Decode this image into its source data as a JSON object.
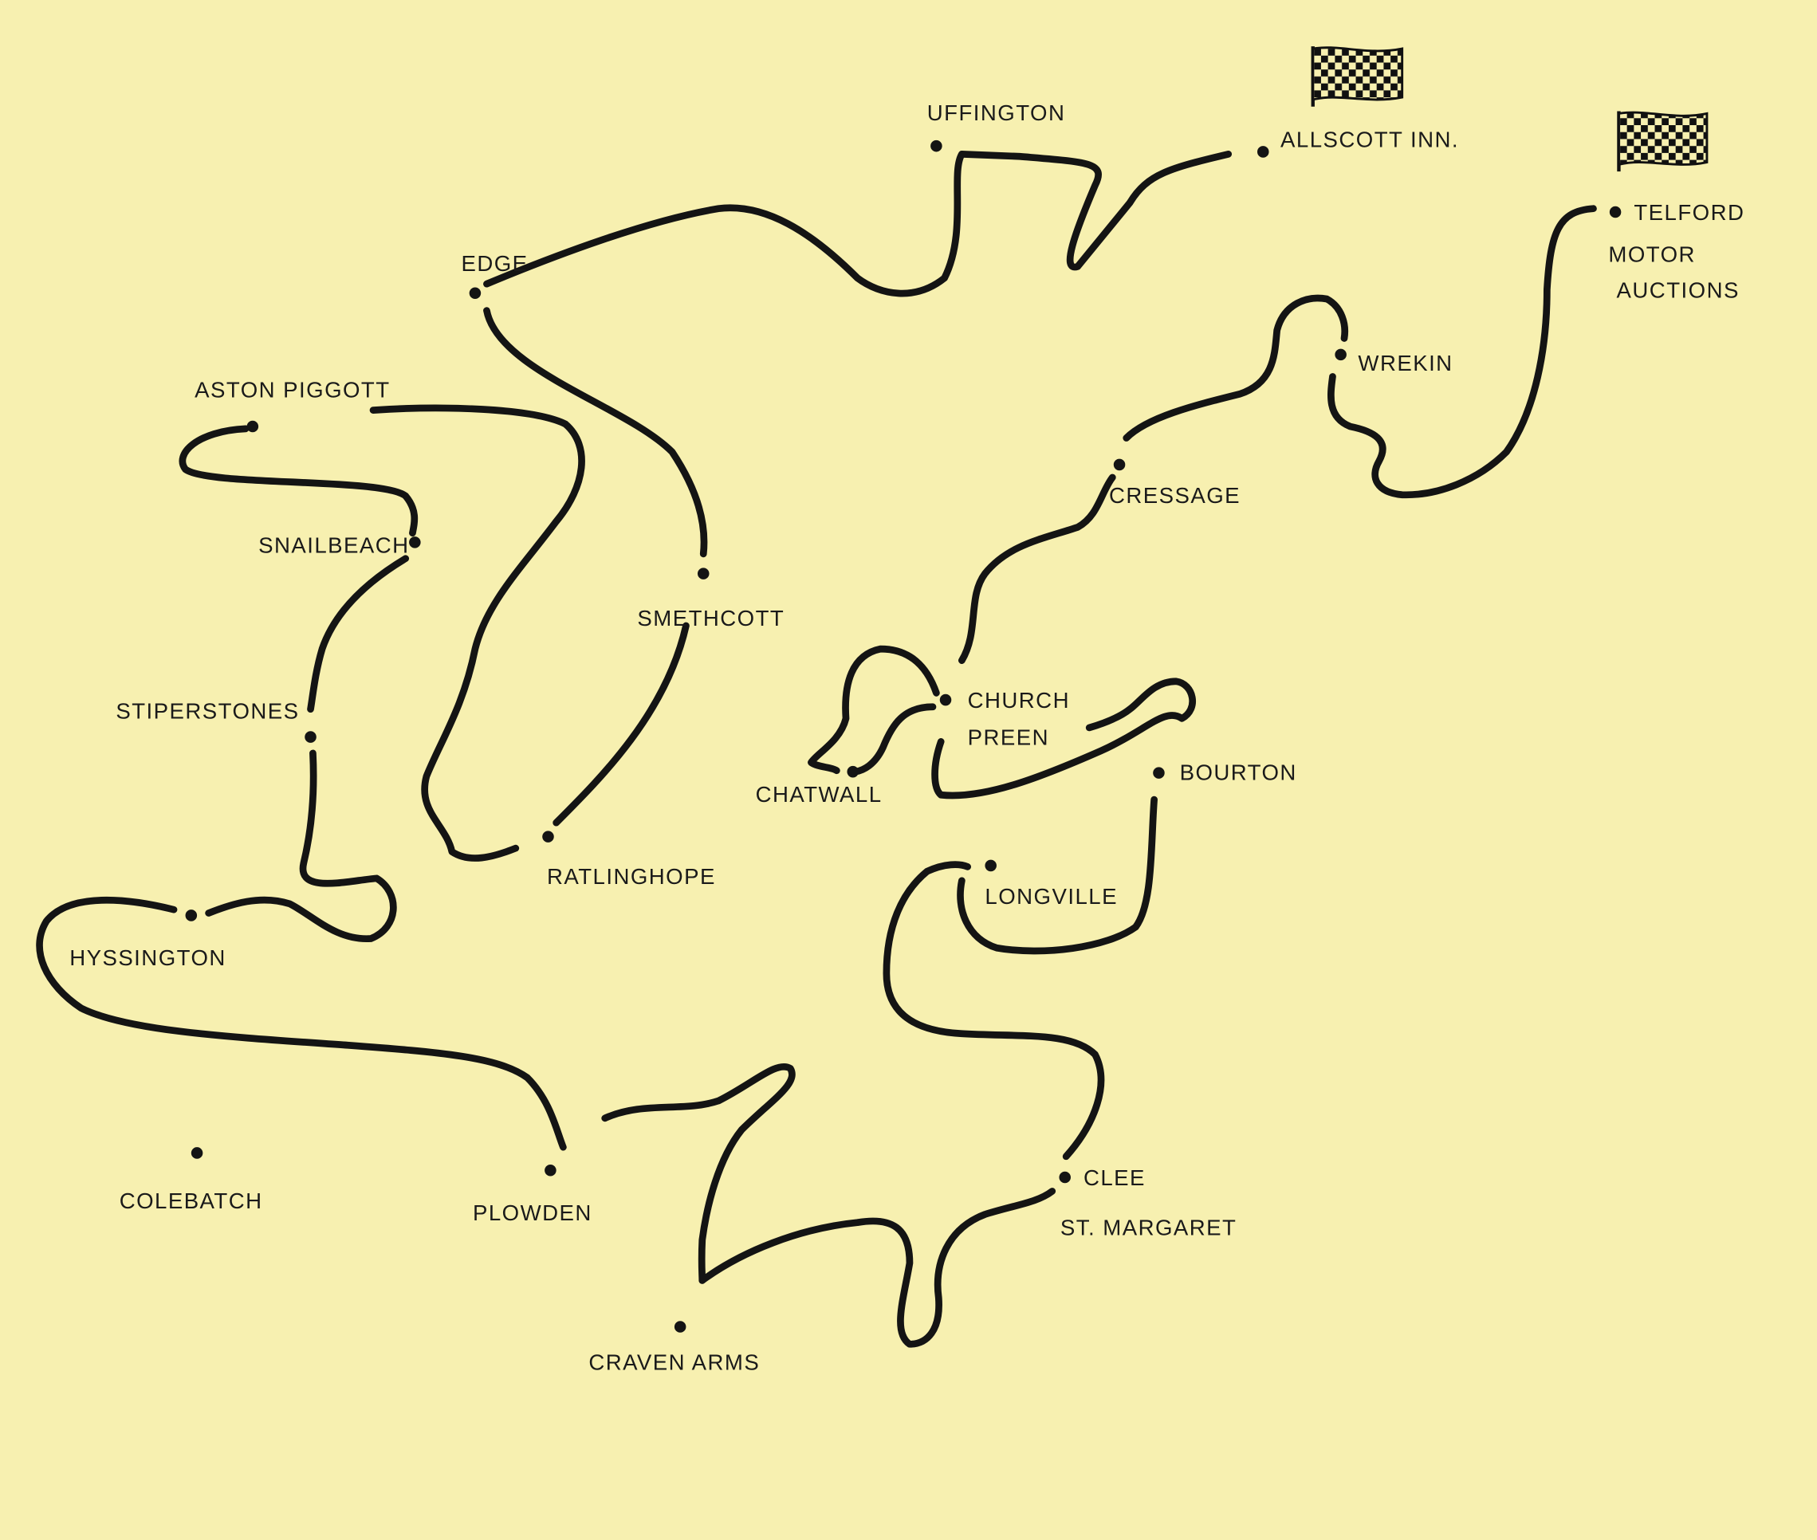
{
  "map": {
    "colors": {
      "paper": "#f7f0b0",
      "ink": "#141414"
    },
    "places": [
      {
        "id": "uffington",
        "label": "Uffington"
      },
      {
        "id": "allscott",
        "label": "Allscott Inn."
      },
      {
        "id": "telford1",
        "label": "Telford"
      },
      {
        "id": "telford2",
        "label": "Motor"
      },
      {
        "id": "telford3",
        "label": "Auctions"
      },
      {
        "id": "edge",
        "label": "Edge"
      },
      {
        "id": "aston",
        "label": "Aston Piggott"
      },
      {
        "id": "wrekin",
        "label": "Wrekin"
      },
      {
        "id": "cressage",
        "label": "Cressage"
      },
      {
        "id": "snailbeach",
        "label": "Snailbeach"
      },
      {
        "id": "smethcott",
        "label": "Smethcott"
      },
      {
        "id": "stiperstones",
        "label": "Stiperstones"
      },
      {
        "id": "church1",
        "label": "Church"
      },
      {
        "id": "church2",
        "label": "Preen"
      },
      {
        "id": "chatwall",
        "label": "Chatwall"
      },
      {
        "id": "bourton",
        "label": "Bourton"
      },
      {
        "id": "ratlinghope",
        "label": "Ratlinghope"
      },
      {
        "id": "longville",
        "label": "Longville"
      },
      {
        "id": "hyssington",
        "label": "Hyssington"
      },
      {
        "id": "colebatch",
        "label": "Colebatch"
      },
      {
        "id": "plowden",
        "label": "Plowden"
      },
      {
        "id": "clee1",
        "label": "Clee"
      },
      {
        "id": "clee2",
        "label": "St. Margaret"
      },
      {
        "id": "craven",
        "label": "Craven Arms"
      }
    ],
    "icons": [
      "checkered-flag-icon",
      "checkered-flag-icon"
    ]
  }
}
